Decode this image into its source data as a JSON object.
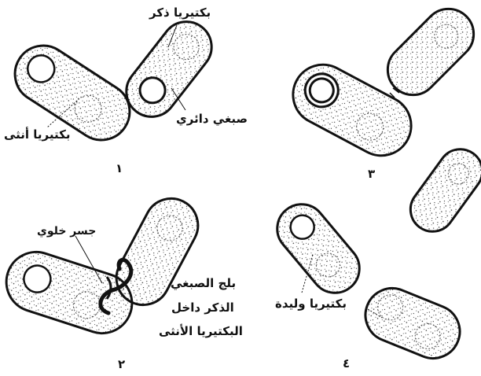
{
  "panels": [
    {
      "number": "١"
    },
    {
      "number": "٢"
    },
    {
      "number": "٣"
    },
    {
      "number": "٤"
    }
  ],
  "labels": {
    "male_bacterium": "بكتيريا ذكر",
    "female_bacterium": "بكتيريا أنثى",
    "plasmid": "صبغي دائري",
    "cell_bridge": "جسر خلوي",
    "plasmid_entry": [
      "بلج الصبغي",
      "الذكر داخل",
      "البكتيريا الأنثى"
    ],
    "new_bacterium": "بكتيريا وليدة"
  }
}
